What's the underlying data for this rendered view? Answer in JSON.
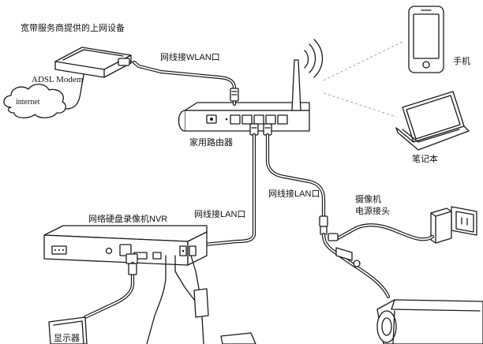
{
  "labels": {
    "broadband_device": "宽带服务商提供的上网设备",
    "adsl_modem": "ADSL Modem",
    "internet": "internet",
    "cable_wlan": "网线接WLAN口",
    "home_router": "家用路由器",
    "phone": "手机",
    "laptop": "笔记本",
    "cable_lan_camera": "网线接LAN口",
    "camera_power_line1": "摄像机",
    "camera_power_line2": "电源接头",
    "nvr": "网络硬盘录像机NVR",
    "cable_lan_nvr": "网线接LAN口",
    "monitor": "显示器"
  },
  "colors": {
    "line": "#1a1a1a",
    "fill": "#ffffff",
    "dashed": "#999999",
    "background": "#ffffff"
  }
}
